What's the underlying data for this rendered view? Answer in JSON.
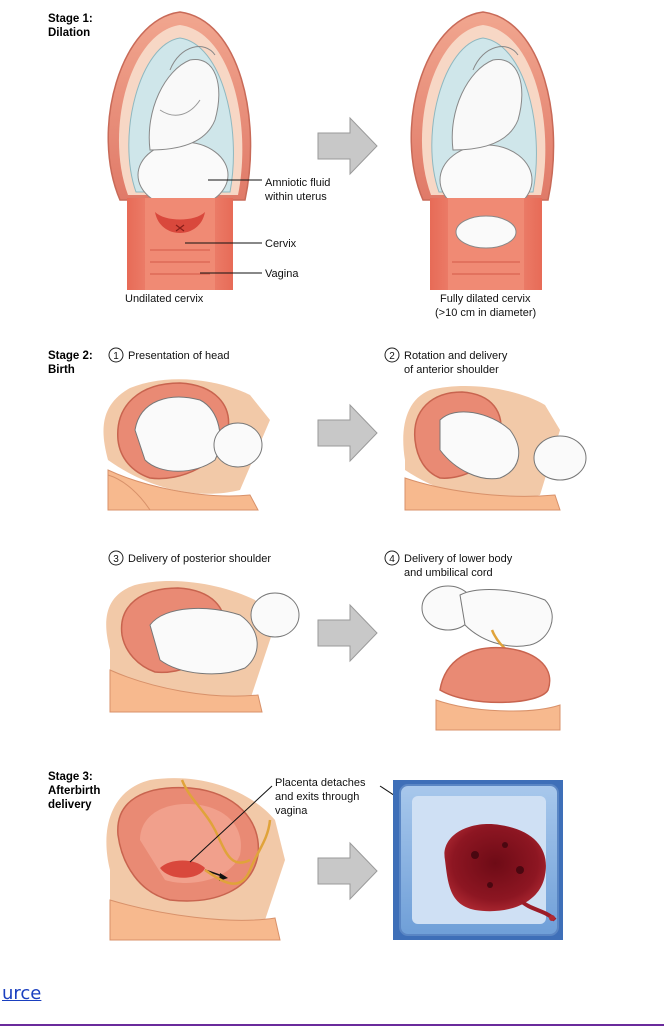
{
  "stage1": {
    "title_line1": "Stage 1:",
    "title_line2": "Dilation",
    "label_amniotic_1": "Amniotic fluid",
    "label_amniotic_2": "within uterus",
    "label_cervix": "Cervix",
    "label_vagina": "Vagina",
    "caption_left": "Undilated cervix",
    "caption_right_1": "Fully dilated cervix",
    "caption_right_2": "(>10 cm in diameter)"
  },
  "stage2": {
    "title_line1": "Stage 2:",
    "title_line2": "Birth",
    "steps": [
      {
        "num": "1",
        "line1": "Presentation of head",
        "line2": ""
      },
      {
        "num": "2",
        "line1": "Rotation and delivery",
        "line2": "of anterior shoulder"
      },
      {
        "num": "3",
        "line1": "Delivery of posterior shoulder",
        "line2": ""
      },
      {
        "num": "4",
        "line1": "Delivery of lower body",
        "line2": "and umbilical cord"
      }
    ]
  },
  "stage3": {
    "title_line1": "Stage 3:",
    "title_line2": "Afterbirth",
    "title_line3": "delivery",
    "label_1": "Placenta detaches",
    "label_2": "and exits through",
    "label_3": "vagina"
  },
  "footer": {
    "source_link": "urce"
  },
  "colors": {
    "uterus_wall": "#e8927e",
    "amniotic": "#cfe6ea",
    "baby": "#f8f8f8",
    "tissue": "#f2c9a8",
    "arrow": "#c8c8c8",
    "link": "#1a3fbf",
    "footer_rule": "#6a2a9c"
  }
}
